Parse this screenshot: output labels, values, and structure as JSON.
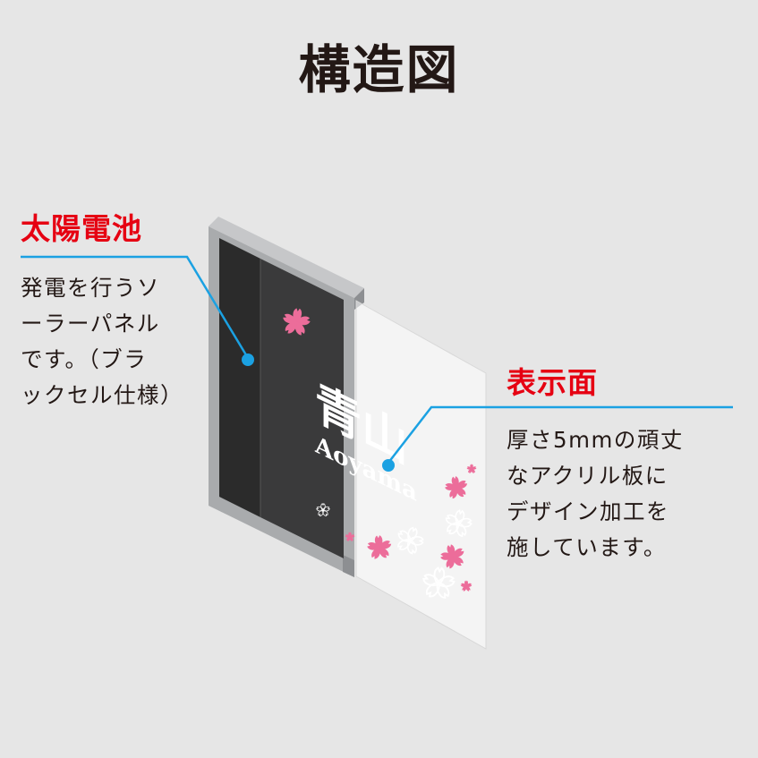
{
  "title": "構造図",
  "solar": {
    "label": "太陽電池",
    "desc_lines": [
      "発電を行うソ",
      "ーラーパネル",
      "です。（ブラ",
      "ックセル仕様）"
    ]
  },
  "display": {
    "label": "表示面",
    "desc_lines": [
      "厚さ5mmの頑丈",
      "なアクリル板に",
      "デザイン加工を",
      "施しています。"
    ]
  },
  "plate": {
    "kanji": "青山",
    "romaji": "Aoyama"
  },
  "colors": {
    "background": "#e6e6e6",
    "label_red": "#e60012",
    "leader_blue": "#1ba1e2",
    "frame_gray": "#a9abad",
    "panel_black": "#2b2b2b",
    "sakura_pink": "#ec6d9a"
  }
}
